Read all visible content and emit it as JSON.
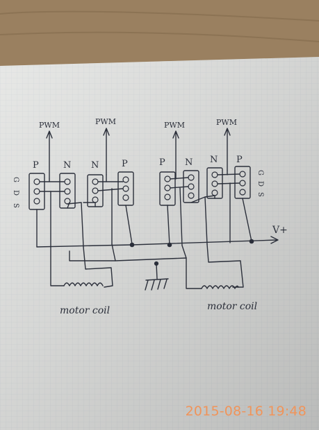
{
  "pwm_labels": [
    "PWM",
    "PWM",
    "PWM",
    "PWM"
  ],
  "channel_labels": [
    "P",
    "N",
    "N",
    "P",
    "P",
    "N",
    "N",
    "P"
  ],
  "pin_labels_left": [
    "G",
    "D",
    "S"
  ],
  "pin_labels_right": [
    "G",
    "D",
    "S"
  ],
  "supply_label": "V+",
  "coil_labels": [
    "motor coil",
    "motor coil"
  ],
  "timestamp": "2015-08-16 19:48",
  "colors": {
    "background": "#9a8060",
    "paper": "#e3e4e2",
    "ink": "#2b2f3a",
    "timestamp": "#f0945a"
  }
}
